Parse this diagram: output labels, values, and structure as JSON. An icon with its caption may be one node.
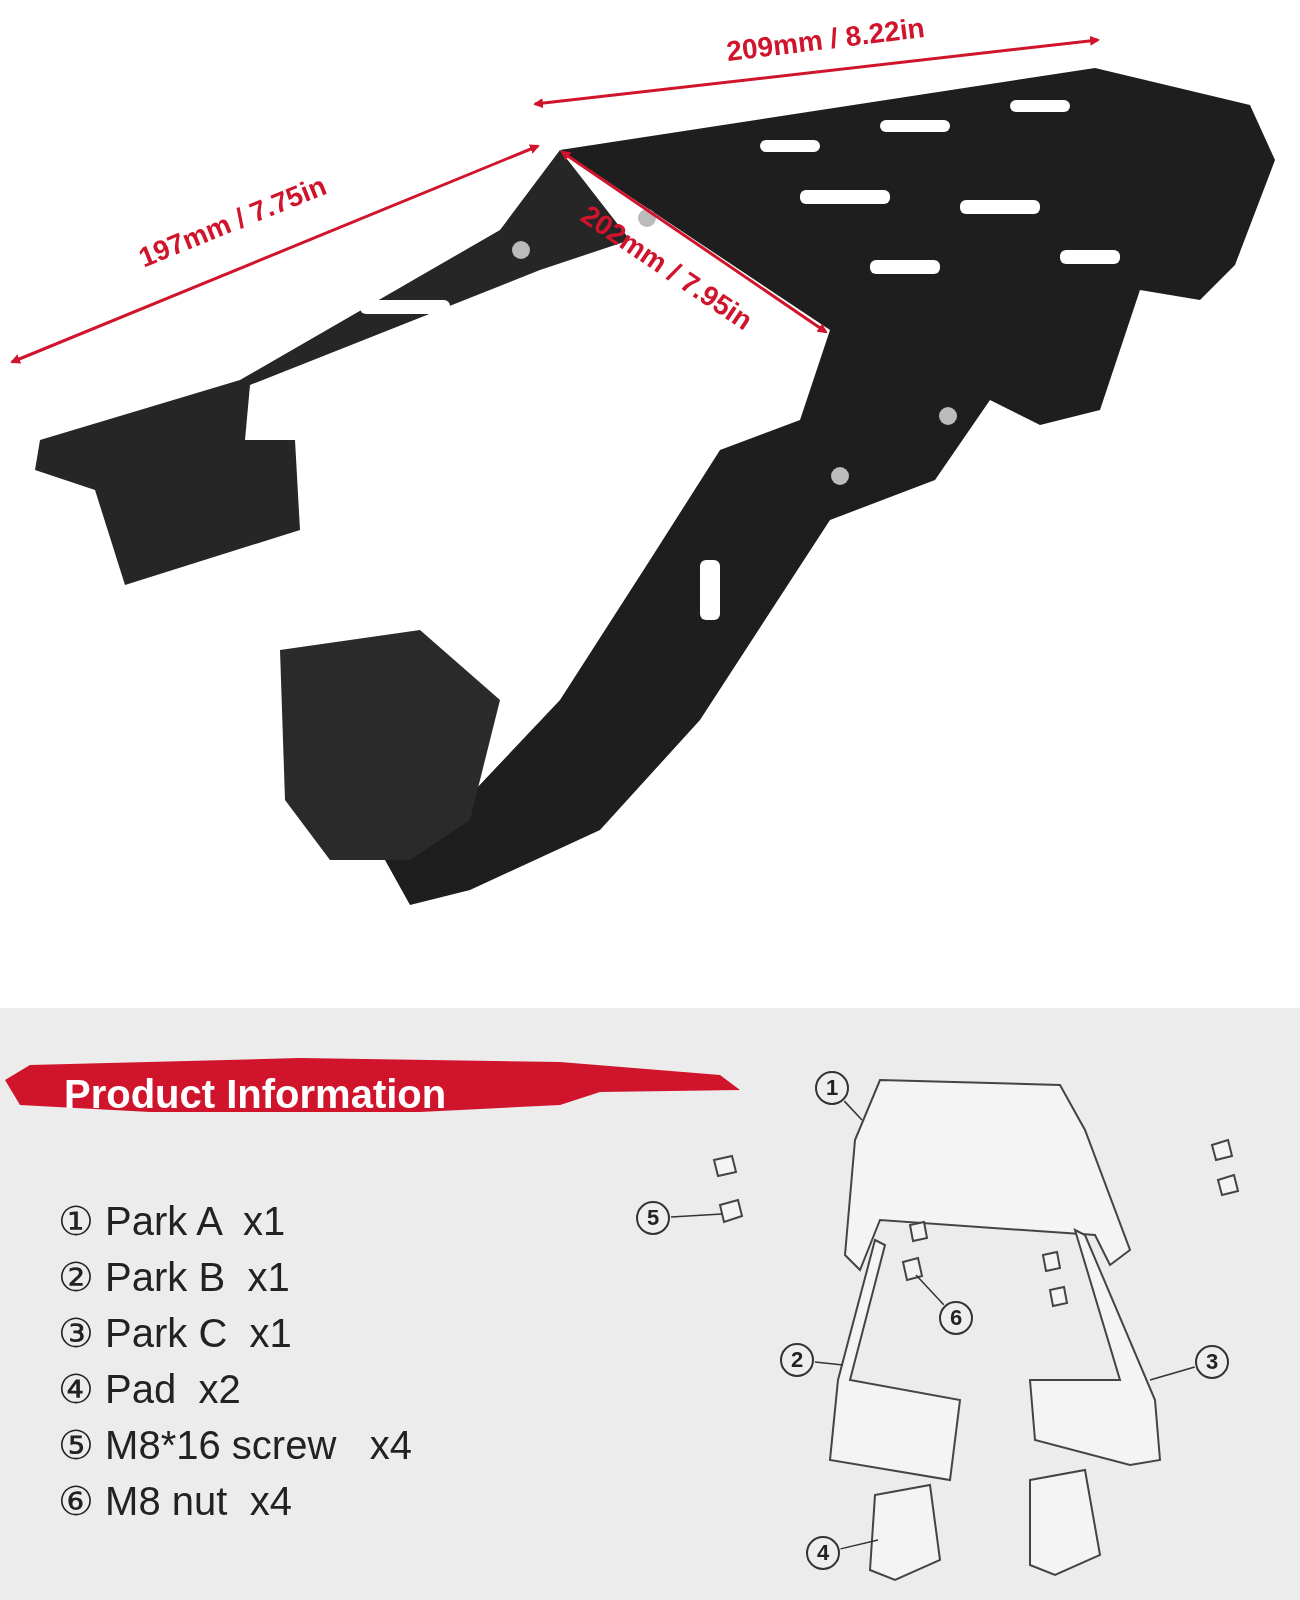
{
  "diagram": {
    "nodes": [
      {
        "text": [
          "1"
        ]
      },
      {
        "text": [],
        "shape": "picture"
      },
      {
        "text": [
          "2"
        ]
      },
      {
        "text": [],
        "shape": "picture"
      },
      {
        "text": [
          "3"
        ]
      },
      {
        "text": [],
        "shape": "picture"
      },
      {
        "text": [
          "4"
        ]
      },
      {
        "text": [],
        "shape": "picture"
      },
      {
        "text": [
          "5"
        ]
      },
      {
        "text": [],
        "shape": "picture"
      },
      {
        "text": [
          "6"
        ]
      },
      {
        "text": [],
        "shape": "picture"
      }
    ],
    "edges": [
      {
        "from": 0,
        "to": 1,
        "arrow": "none"
      },
      {
        "from": 2,
        "to": 3,
        "arrow": "none"
      },
      {
        "from": 4,
        "to": 5,
        "arrow": "none"
      },
      {
        "from": 6,
        "to": 7,
        "arrow": "none"
      },
      {
        "from": 8,
        "to": 9,
        "arrow": "none"
      },
      {
        "from": 10,
        "to": 11,
        "arrow": "none"
      }
    ],
    "labels": [
      "209mm / 8.22in",
      "197mm / 7.75in",
      "202mm / 7.95in",
      "Product Information",
      "① Park A  x1",
      "② Park B  x1",
      "③ Park C  x1",
      "④ Pad  x2",
      "⑤ M8*16 screw   x4",
      "⑥ M8 nut  x4"
    ]
  }
}
